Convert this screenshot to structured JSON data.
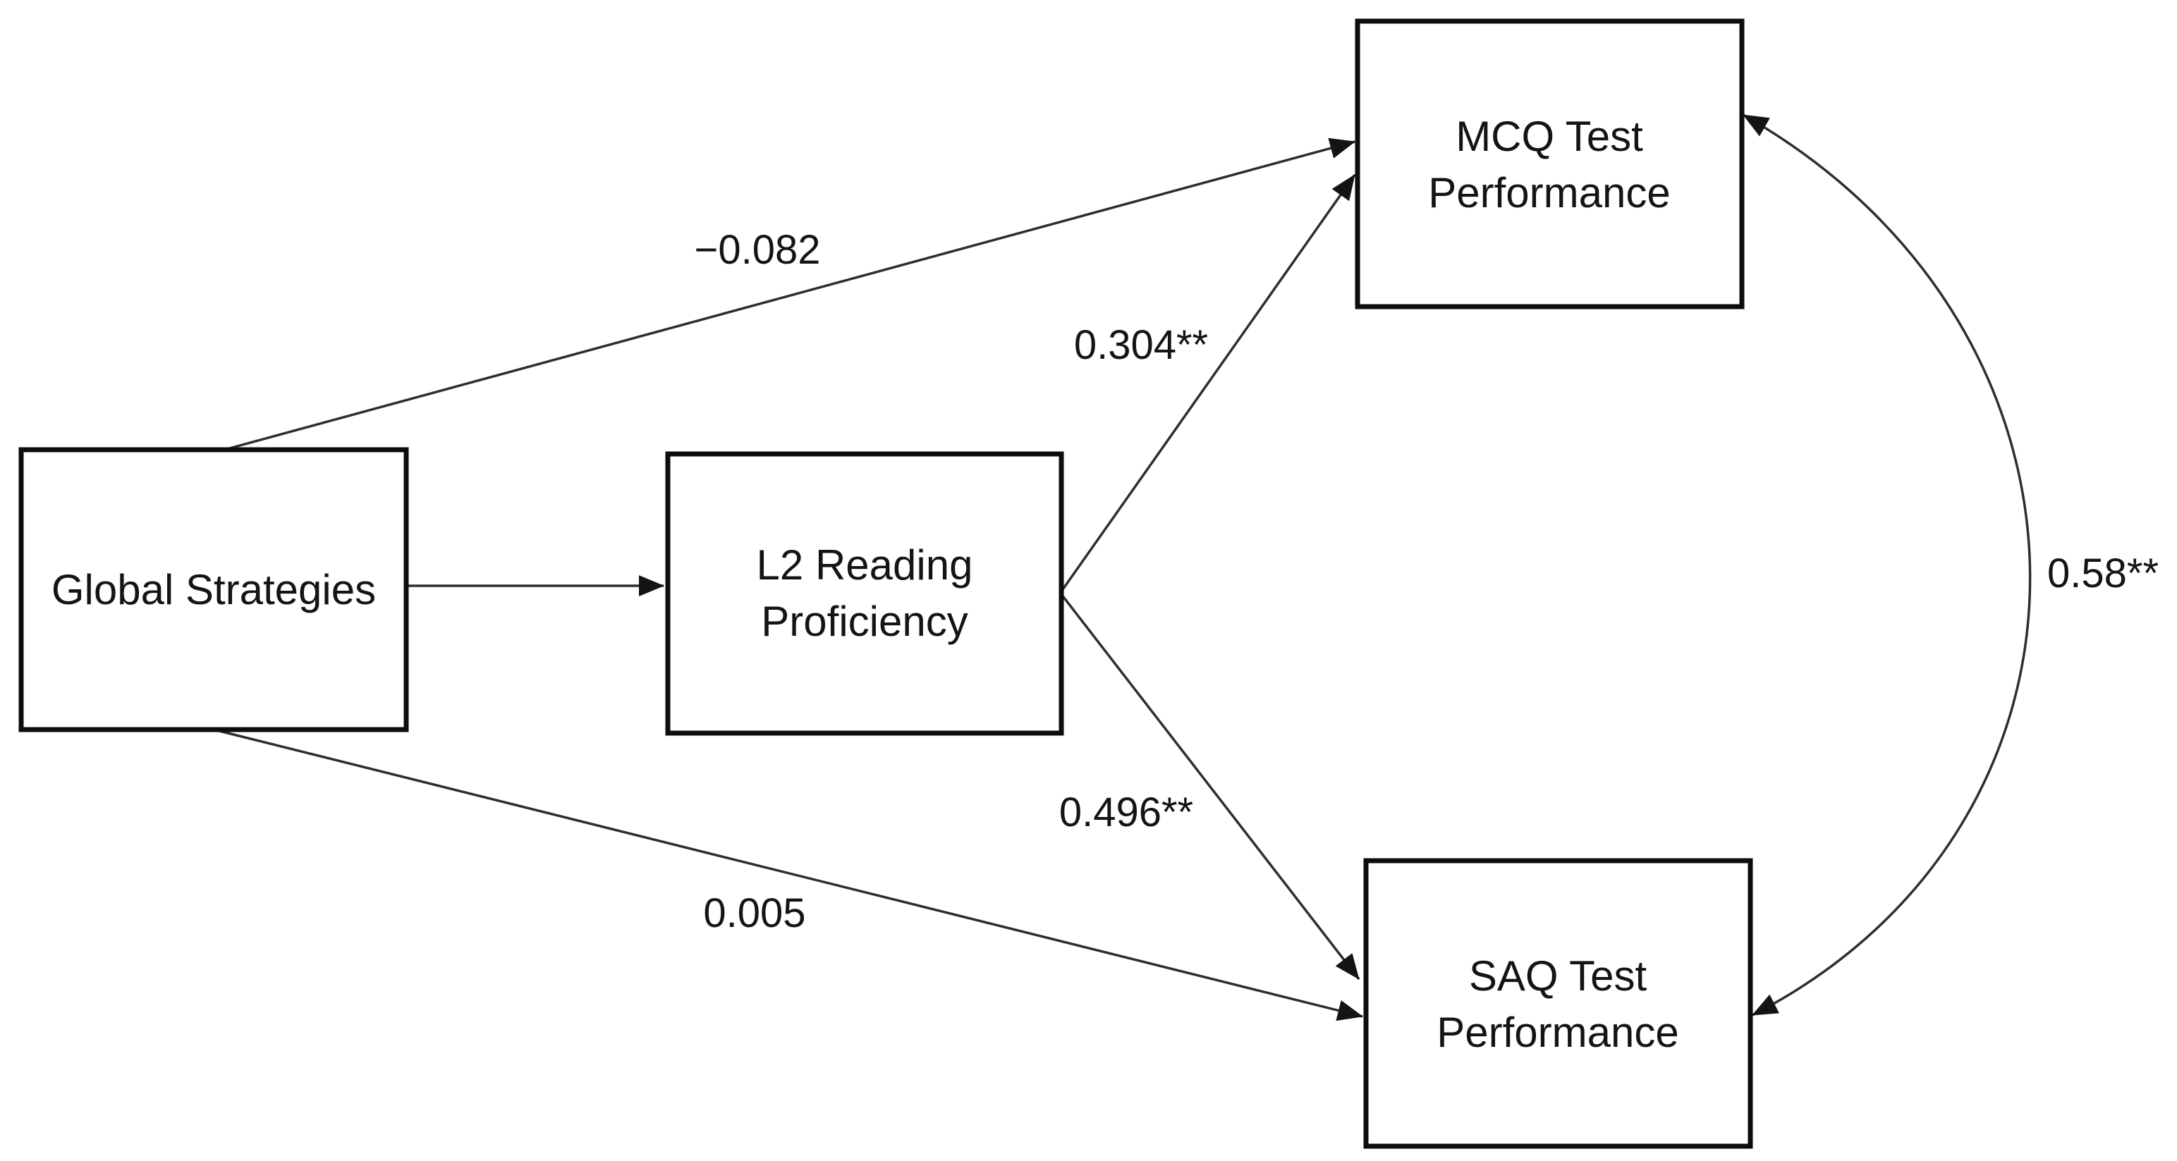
{
  "figure": {
    "type": "path-analysis-diagram",
    "background_color": "#ffffff",
    "ink_color": "#141414",
    "nodes": {
      "global_strategies": {
        "label": "Global Strategies"
      },
      "l2_reading_proficiency": {
        "line1": "L2 Reading",
        "line2": "Proficiency"
      },
      "mcq_test_performance": {
        "line1": "MCQ Test",
        "line2": "Performance"
      },
      "saq_test_performance": {
        "line1": "SAQ Test",
        "line2": "Performance"
      }
    },
    "paths": {
      "gs_to_mcq": {
        "from": "Global Strategies",
        "to": "MCQ Test Performance",
        "coefficient": "−0.082"
      },
      "gs_to_l2": {
        "from": "Global Strategies",
        "to": "L2 Reading Proficiency"
      },
      "l2_to_mcq": {
        "from": "L2 Reading Proficiency",
        "to": "MCQ Test Performance",
        "coefficient": "0.304**"
      },
      "l2_to_saq": {
        "from": "L2 Reading Proficiency",
        "to": "SAQ Test Performance",
        "coefficient": "0.496**"
      },
      "gs_to_saq": {
        "from": "Global Strategies",
        "to": "SAQ Test Performance",
        "coefficient": "0.005"
      },
      "mcq_saq_covariance": {
        "between": [
          "MCQ Test Performance",
          "SAQ Test Performance"
        ],
        "coefficient": "0.58**",
        "style": "curved-double-headed"
      }
    }
  }
}
